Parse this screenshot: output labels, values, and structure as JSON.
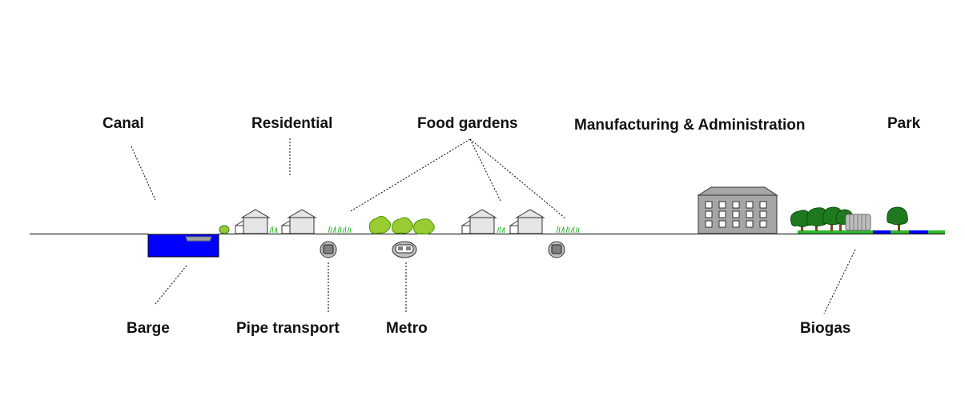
{
  "labels": {
    "canal": "Canal",
    "residential": "Residential",
    "food_gardens": "Food gardens",
    "manufacturing": "Manufacturing & Administration",
    "park": "Park",
    "barge": "Barge",
    "pipe_transport": "Pipe transport",
    "metro": "Metro",
    "biogas": "Biogas"
  },
  "colors": {
    "water": "#0000ff",
    "building_fill": "#a6a6a6",
    "house_fill": "#e6e6e6",
    "grass": "#2eb82e",
    "shrub": "#99cc33",
    "tree": "#1f7a1f",
    "ground_line": "#000000"
  }
}
